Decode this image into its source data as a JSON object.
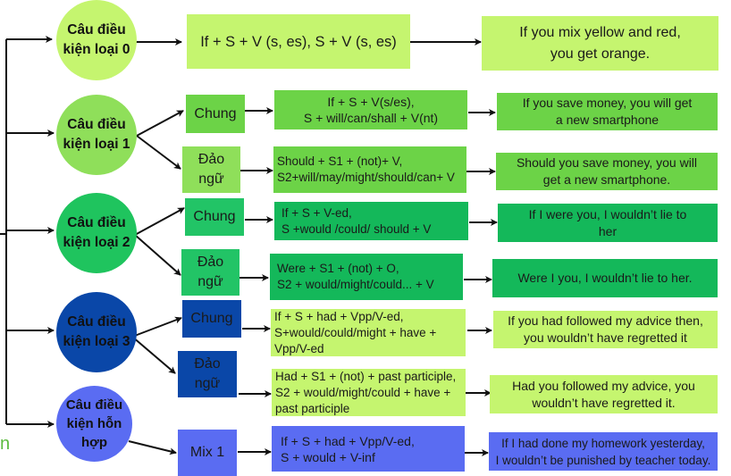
{
  "colors": {
    "lime": "#c5f56f",
    "green": "#6cd347",
    "emerald": "#14b85a",
    "navy": "#0a47a8",
    "periwinkle": "#5a6cf2",
    "arrow": "#111111"
  },
  "nodes": [
    {
      "label": "Câu điều\nkiện loại 0"
    },
    {
      "label": "Câu điều\nkiện loại 1"
    },
    {
      "label": "Câu điều\nkiện loại 2"
    },
    {
      "label": "Câu điều\nkiện loại 3"
    },
    {
      "label": "Câu điều\nkiện hỗn\nhợp"
    }
  ],
  "types": {
    "t1_chung": "Chung",
    "t1_dao": "Đảo\nngữ",
    "t2_chung": "Chung",
    "t2_dao": "Đảo\nngữ",
    "t3_chung": "Chung",
    "t3_dao": "Đảo\nngữ",
    "mix": "Mix 1"
  },
  "formulas": {
    "f0": "If + S + V (s, es), S + V (s, es)",
    "f1_chung": "If + S + V(s/es),\nS + will/can/shall + V(nt)",
    "f1_dao": "Should + S1 + (not)+ V,\nS2+will/may/might/should/can+ V",
    "f2_chung": "If + S + V-ed,\nS +would /could/ should + V",
    "f2_dao": "Were + S1 + (not) + O,\nS2 + would/might/could... + V",
    "f3_chung": "If + S + had + Vpp/V-ed,\nS+would/could/might + have +\nVpp/V-ed",
    "f3_dao": "Had + S1 + (not) + past participle,\nS2 + would/might/could + have +\npast participle",
    "f_mix": "If + S + had + Vpp/V-ed,\nS + would + V-inf"
  },
  "examples": {
    "e0": "If you mix yellow and red,\nyou get orange.",
    "e1_chung": "If you save money, you will get\na new smartphone",
    "e1_dao": "Should you save money, you will\nget a new smartphone.",
    "e2_chung": "If I were you, I wouldn’t lie to\nher",
    "e2_dao": "Were I you, I wouldn’t lie to her.",
    "e3_chung": "If you had followed my advice then,\nyou wouldn’t have regretted it",
    "e3_dao": "Had you followed my advice, you\nwouldn’t have regretted it.",
    "e_mix": "If I had done my homework yesterday,\nI wouldn’t be punished by teacher today."
  },
  "fragment": "n"
}
